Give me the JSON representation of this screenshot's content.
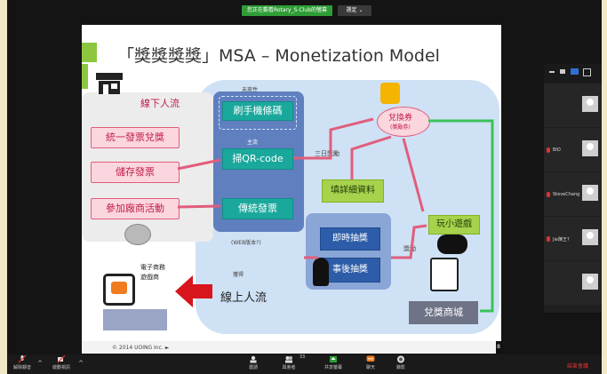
{
  "meeting": {
    "topbar": {
      "share_label": "您正在觀看Rotary_S-Club的螢幕",
      "options_label": "選定 ⌄",
      "accent": "#2f9e36"
    },
    "end_meeting_label": "結束會議"
  },
  "slide": {
    "title": "「獎獎獎獎」MSA – Monetization Model",
    "offline_flow": "線下人流",
    "offline_items": [
      "統一發票兌獎",
      "儲存發票",
      "參加廠商活動"
    ],
    "future_label": "未來性",
    "main_label": "主流",
    "phone_barcode": "刷手機條碼",
    "scan_qr": "掃QR-code",
    "traditional_invoice": "傳統發票",
    "web_version": "(WEB版本?)",
    "obtain_label": "獲得",
    "three_day_draw": "三日獎勵",
    "voucher": "兌換券",
    "voucher_sub": "(獎勵券)",
    "fill_details": "填詳細資料",
    "instant_draw": "即時抽獎",
    "post_draw": "事後抽獎",
    "reward_label": "獎勵",
    "mini_game": "玩小遊戲",
    "redeem_mall": "兌獎商城",
    "ecommerce_line1": "電子商務",
    "ecommerce_line2": "遊戲商",
    "online_flow": "線上人流",
    "copyright": "© 2014 UOING Inc. ►",
    "page_number": "8",
    "colors": {
      "pink": "#e15d7c",
      "teal": "#1aa89c",
      "blue": "#2d5da8",
      "green_line": "#3cc25a",
      "red_arrow": "#d8141c"
    }
  },
  "gallery": {
    "users": [
      "BIO",
      "SteveChang",
      "Jie陳王?"
    ],
    "video_status": "#2f6fd8"
  },
  "bottombar": {
    "items": [
      {
        "label": "解除靜音",
        "icon": "mic-muted-icon"
      },
      {
        "label": "啟動視訊",
        "icon": "video-off-icon"
      },
      {
        "label": "邀請",
        "icon": "invite-icon"
      },
      {
        "label": "與會者",
        "icon": "participants-icon",
        "count": "33"
      },
      {
        "label": "共享螢幕",
        "icon": "share-screen-icon"
      },
      {
        "label": "聊天",
        "icon": "chat-icon"
      },
      {
        "label": "錄影",
        "icon": "record-icon"
      }
    ]
  }
}
